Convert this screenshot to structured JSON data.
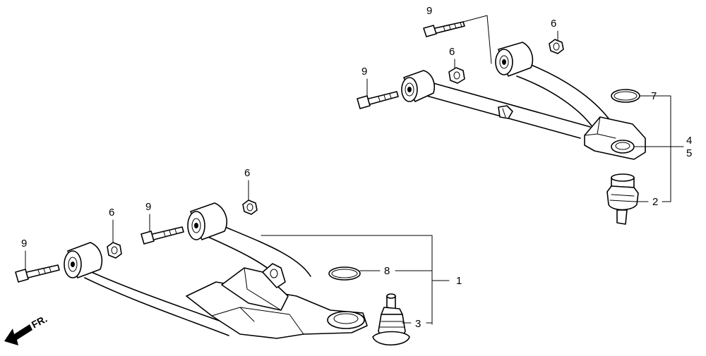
{
  "labels": {
    "upper_bolt_top": "9",
    "upper_nut_right": "6",
    "upper_nut_mid": "6",
    "upper_bolt_left": "9",
    "upper_circlip": "7",
    "upper_arm_a": "4",
    "upper_arm_b": "5",
    "upper_balljoint": "2",
    "lower_nut_right": "6",
    "lower_bolt_mid": "9",
    "lower_nut_left": "6",
    "lower_bolt_left": "9",
    "lower_circlip": "8",
    "lower_arm": "1",
    "lower_balljoint": "3"
  },
  "front_arrow": "FR."
}
